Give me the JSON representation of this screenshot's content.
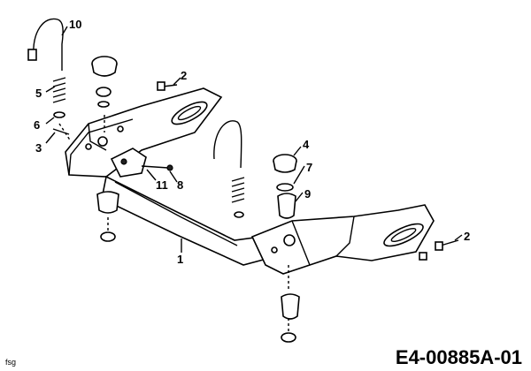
{
  "labels": {
    "l1": "1",
    "l2a": "2",
    "l2b": "2",
    "l3": "3",
    "l4": "4",
    "l5": "5",
    "l6": "6",
    "l7": "7",
    "l8": "8",
    "l9": "9",
    "l10": "10",
    "l11": "11"
  },
  "diagram_code": "E4-00885A-01",
  "corner_tag": "fsg"
}
